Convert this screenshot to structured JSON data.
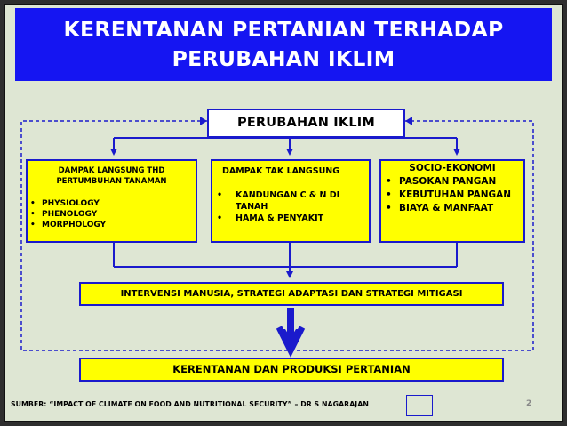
{
  "title": {
    "line1": "KERENTANAN PERTANIAN TERHADAP",
    "line2": "PERUBAHAN IKLIM"
  },
  "top_node": "PERUBAHAN IKLIM",
  "dampak_langsung": {
    "head_line1": "DAMPAK LANGSUNG THD",
    "head_line2": "PERTUMBUHAN TANAMAN",
    "items": [
      "PHYSIOLOGY",
      "PHENOLOGY",
      "MORPHOLOGY"
    ]
  },
  "dampak_tak_langsung": {
    "head": "DAMPAK TAK LANGSUNG",
    "items": [
      "KANDUNGAN C & N DI TANAH",
      "HAMA & PENYAKIT"
    ]
  },
  "socio_ekonomi": {
    "head": "SOCIO-EKONOMI",
    "items": [
      "PASOKAN PANGAN",
      "KEBUTUHAN PANGAN",
      "BIAYA & MANFAAT"
    ]
  },
  "intervensi": "INTERVENSI MANUSIA, STRATEGI  ADAPTASI DAN STRATEGI MITIGASI",
  "kerentanan": "KERENTANAN DAN PRODUKSI PERTANIAN",
  "footer": {
    "source": "SUMBER: “IMPACT OF CLIMATE ON FOOD AND NUTRITIONAL SECURITY” – DR S NAGARAJAN",
    "page_number": "2"
  },
  "colors": {
    "title_bg": "#1515f2",
    "box_fill": "#ffff00",
    "border": "#1a1acc",
    "slide_bg": "#dee6d3"
  }
}
